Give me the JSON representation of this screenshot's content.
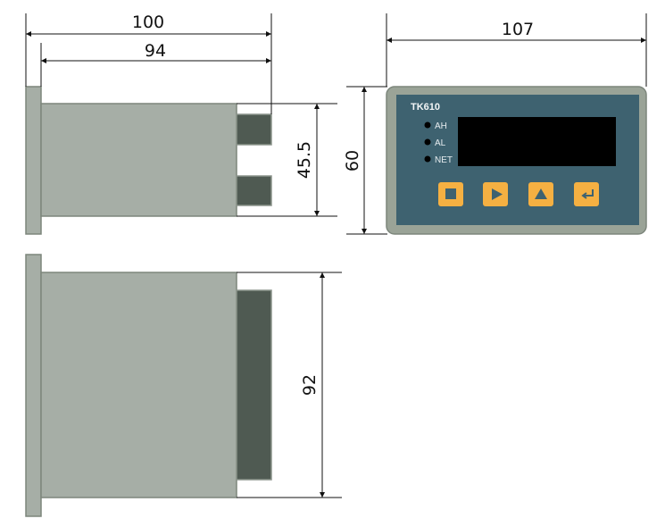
{
  "dimensions": {
    "overall_depth": "100",
    "body_depth": "94",
    "terminal_height": "45.5",
    "front_height": "60",
    "front_width": "107",
    "side_height": "92"
  },
  "front_panel": {
    "model": "TK610",
    "indicators": [
      "AH",
      "AL",
      "NET"
    ],
    "buttons": [
      "stop",
      "right",
      "up",
      "enter"
    ]
  },
  "colors": {
    "body": "#a6aea6",
    "terminal": "#4f5a52",
    "panel": "#3e6270",
    "bezel": "#9aa397",
    "button": "#f5b042",
    "display": "#000000"
  }
}
